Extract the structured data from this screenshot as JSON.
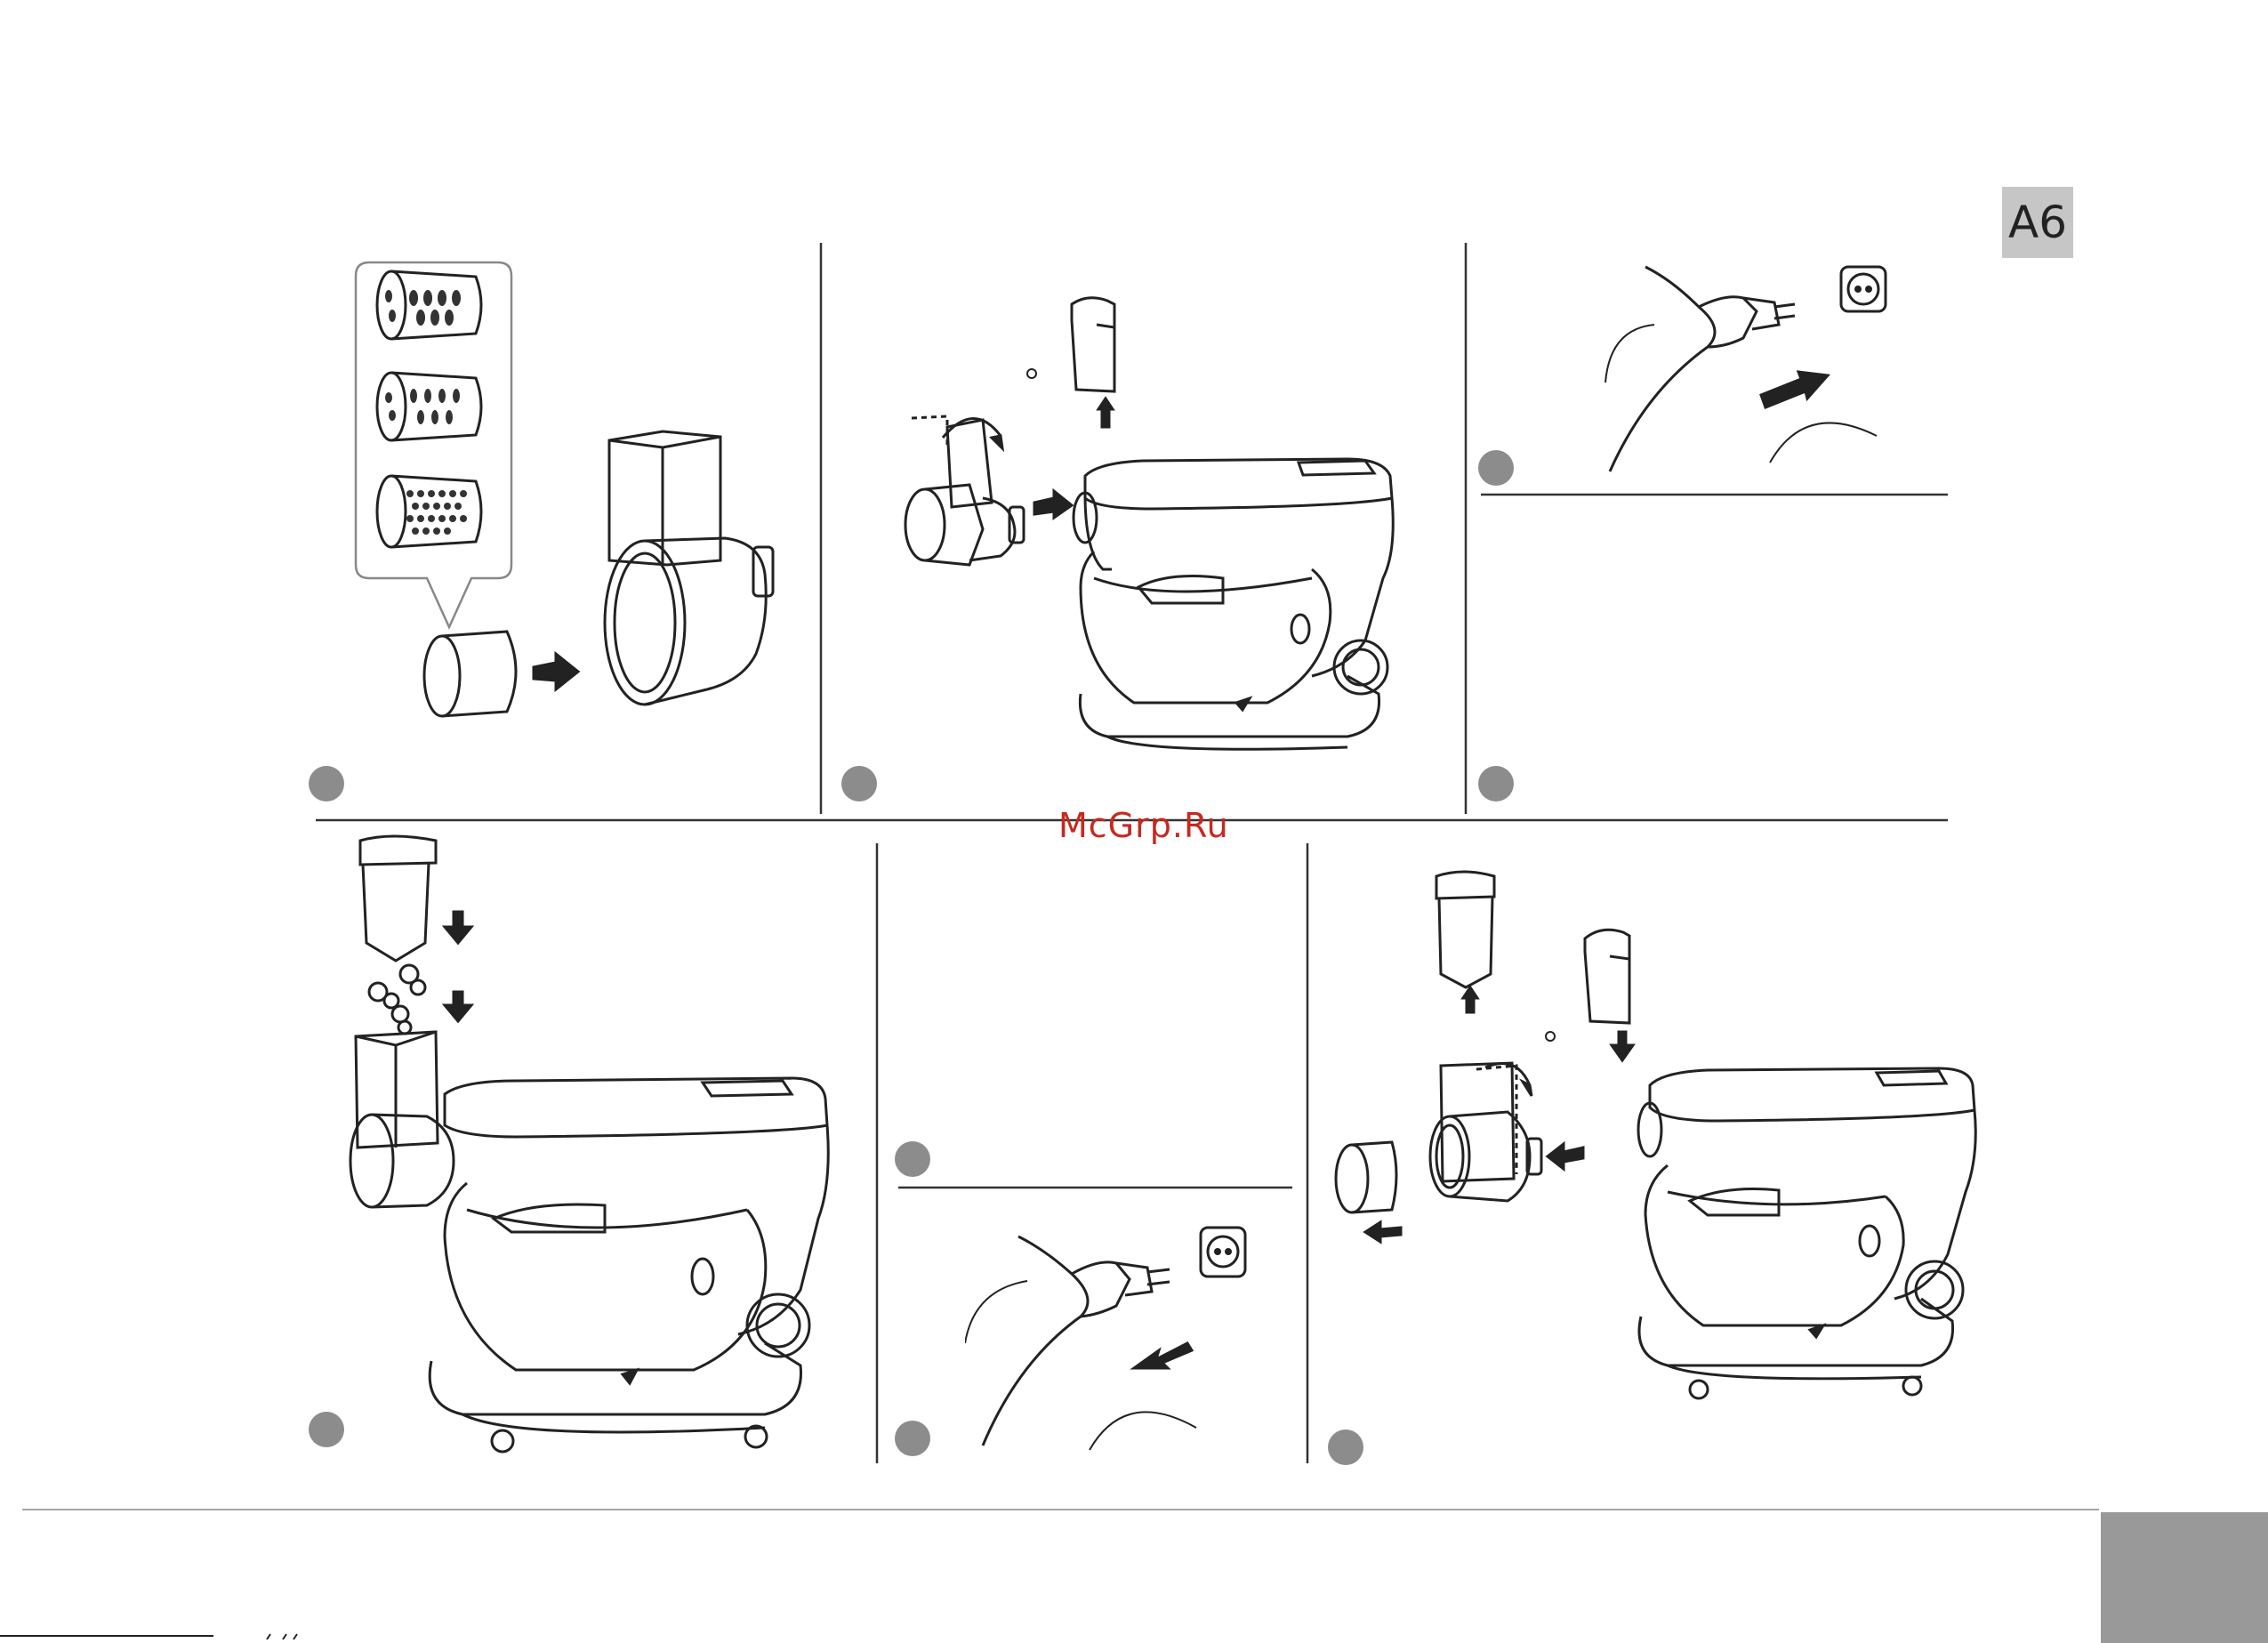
{
  "page": {
    "tab_label": "A6",
    "watermark": "McGrp.Ru"
  },
  "colors": {
    "line": "#333333",
    "tab_bg": "#c6c6c6",
    "step_dot": "#8c8c8c",
    "corner_block": "#999999",
    "watermark": "#c8281e"
  },
  "steps": [
    {
      "panel": "top-left",
      "illustration": "grater-drums-insert"
    },
    {
      "panel": "top-middle",
      "illustration": "attach-grater-to-mixer"
    },
    {
      "panel": "top-right",
      "illustration": "plug-into-socket"
    },
    {
      "panel": "top-right-lower",
      "illustration": "blank"
    },
    {
      "panel": "bottom-left",
      "illustration": "feed-food-with-pusher"
    },
    {
      "panel": "bottom-middle",
      "illustration": "blank"
    },
    {
      "panel": "bottom-middle-lower",
      "illustration": "unplug-from-socket"
    },
    {
      "panel": "bottom-right",
      "illustration": "detach-grater"
    }
  ]
}
